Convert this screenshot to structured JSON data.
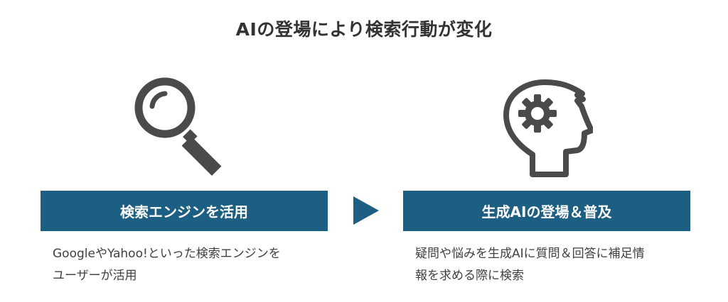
{
  "title": "AIの登場により検索行動が変化",
  "colors": {
    "accent": "#1c5f82",
    "icon": "#4a4a4a",
    "text": "#404040"
  },
  "steps": [
    {
      "icon": "magnifying-glass-icon",
      "label": "検索エンジンを活用",
      "description_lines": [
        "GoogleやYahoo!といった検索エンジンを",
        "ユーザーが活用"
      ]
    },
    {
      "icon": "head-gear-icon",
      "label": "生成AIの登場＆普及",
      "description_lines": [
        "疑問や悩みを生成AIに質問＆回答に補足情",
        "報を求める際に検索"
      ]
    }
  ],
  "connector": "right-triangle-arrow"
}
